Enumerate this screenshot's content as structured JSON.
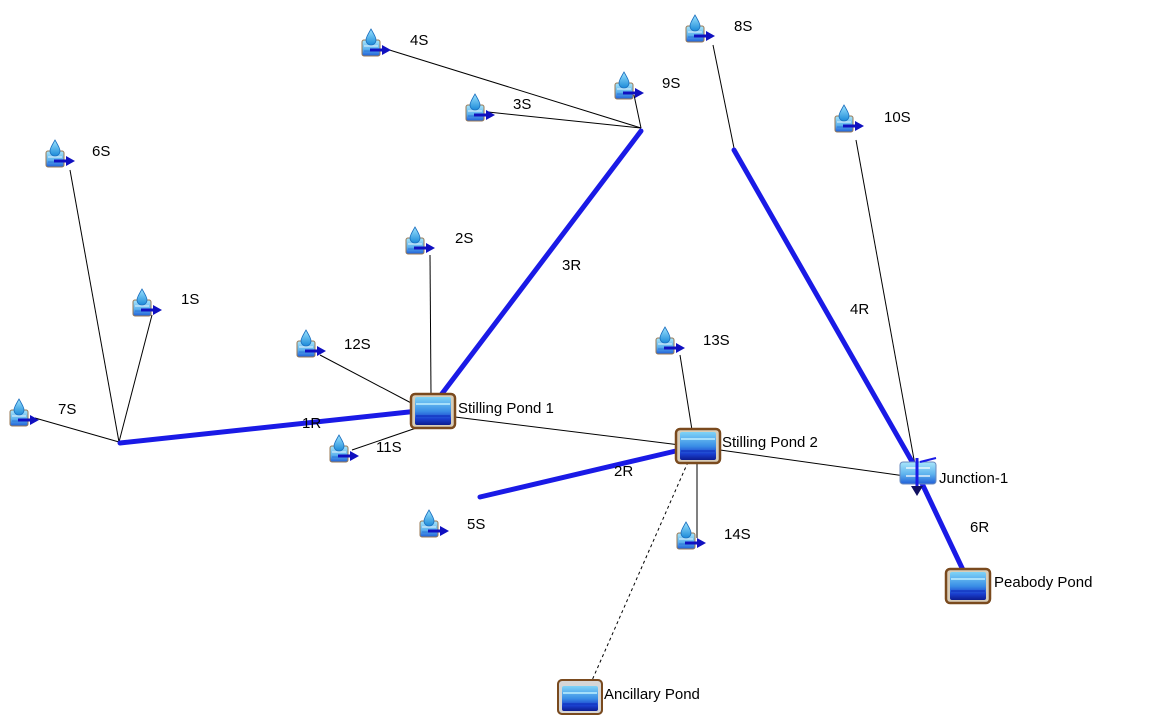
{
  "subcatchments": [
    {
      "id": "s1",
      "label": "1S"
    },
    {
      "id": "s2",
      "label": "2S"
    },
    {
      "id": "s3",
      "label": "3S"
    },
    {
      "id": "s4",
      "label": "4S"
    },
    {
      "id": "s5",
      "label": "5S"
    },
    {
      "id": "s6",
      "label": "6S"
    },
    {
      "id": "s7",
      "label": "7S"
    },
    {
      "id": "s8",
      "label": "8S"
    },
    {
      "id": "s9",
      "label": "9S"
    },
    {
      "id": "s10",
      "label": "10S"
    },
    {
      "id": "s11",
      "label": "11S"
    },
    {
      "id": "s12",
      "label": "12S"
    },
    {
      "id": "s13",
      "label": "13S"
    },
    {
      "id": "s14",
      "label": "14S"
    }
  ],
  "ponds": [
    {
      "id": "sp1",
      "label": "Stilling Pond 1"
    },
    {
      "id": "sp2",
      "label": "Stilling Pond 2"
    },
    {
      "id": "pea",
      "label": "Peabody Pond"
    },
    {
      "id": "anc",
      "label": "Ancillary Pond"
    }
  ],
  "junctions": [
    {
      "id": "j1",
      "label": "Junction-1"
    }
  ],
  "reaches": [
    {
      "id": "r1",
      "label": "1R"
    },
    {
      "id": "r2",
      "label": "2R"
    },
    {
      "id": "r3",
      "label": "3R"
    },
    {
      "id": "r4",
      "label": "4R"
    },
    {
      "id": "r6",
      "label": "6R"
    }
  ],
  "colors": {
    "reach": "#1a1ae6",
    "link": "#000000",
    "water_light": "#8fd8f5",
    "water_dark": "#1b5fd6",
    "pond_frame": "#8b5a2b",
    "arrow": "#1010c0"
  },
  "icons": {
    "subcatchment": "rain-drop-arrow-icon",
    "pond": "pond-basin-icon",
    "junction": "junction-icon"
  }
}
